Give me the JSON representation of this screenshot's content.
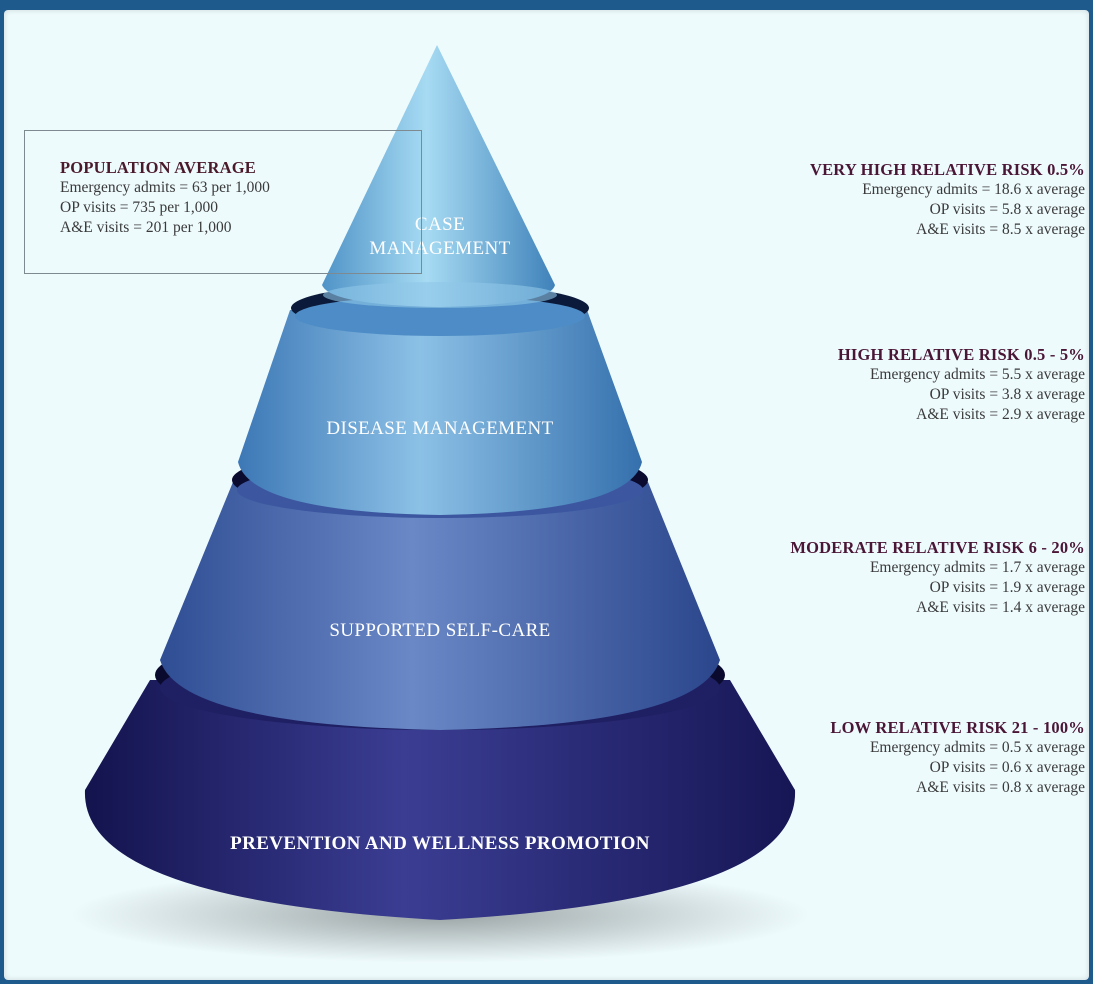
{
  "population": {
    "heading": "POPULATION AVERAGE",
    "lines": [
      "Emergency admits = 63 per 1,000",
      "OP visits = 735 per 1,000",
      "A&E visits = 201 per 1,000"
    ]
  },
  "tiers": [
    {
      "label_lines": [
        "CASE",
        "MANAGEMENT"
      ],
      "color": "#7fbde3"
    },
    {
      "label_lines": [
        "DISEASE MANAGEMENT"
      ],
      "color": "#6ea7d4"
    },
    {
      "label_lines": [
        "SUPPORTED SELF-CARE"
      ],
      "color": "#5578b8"
    },
    {
      "label_lines": [
        "PREVENTION AND WELLNESS PROMOTION"
      ],
      "color": "#2a2a7a"
    }
  ],
  "risks": [
    {
      "heading": "VERY HIGH RELATIVE RISK 0.5%",
      "lines": [
        "Emergency admits = 18.6 x average",
        "OP visits = 5.8 x average",
        "A&E visits = 8.5 x average"
      ]
    },
    {
      "heading": "HIGH RELATIVE RISK 0.5 - 5%",
      "lines": [
        "Emergency admits = 5.5 x average",
        "OP visits = 3.8 x average",
        "A&E visits = 2.9 x average"
      ]
    },
    {
      "heading": "MODERATE RELATIVE RISK 6 - 20%",
      "lines": [
        "Emergency admits = 1.7 x average",
        "OP visits = 1.9 x average",
        "A&E visits = 1.4 x average"
      ]
    },
    {
      "heading": "LOW RELATIVE RISK 21 - 100%",
      "lines": [
        "Emergency admits = 0.5 x average",
        "OP visits = 0.6 x average",
        "A&E visits = 0.8 x average"
      ]
    }
  ]
}
